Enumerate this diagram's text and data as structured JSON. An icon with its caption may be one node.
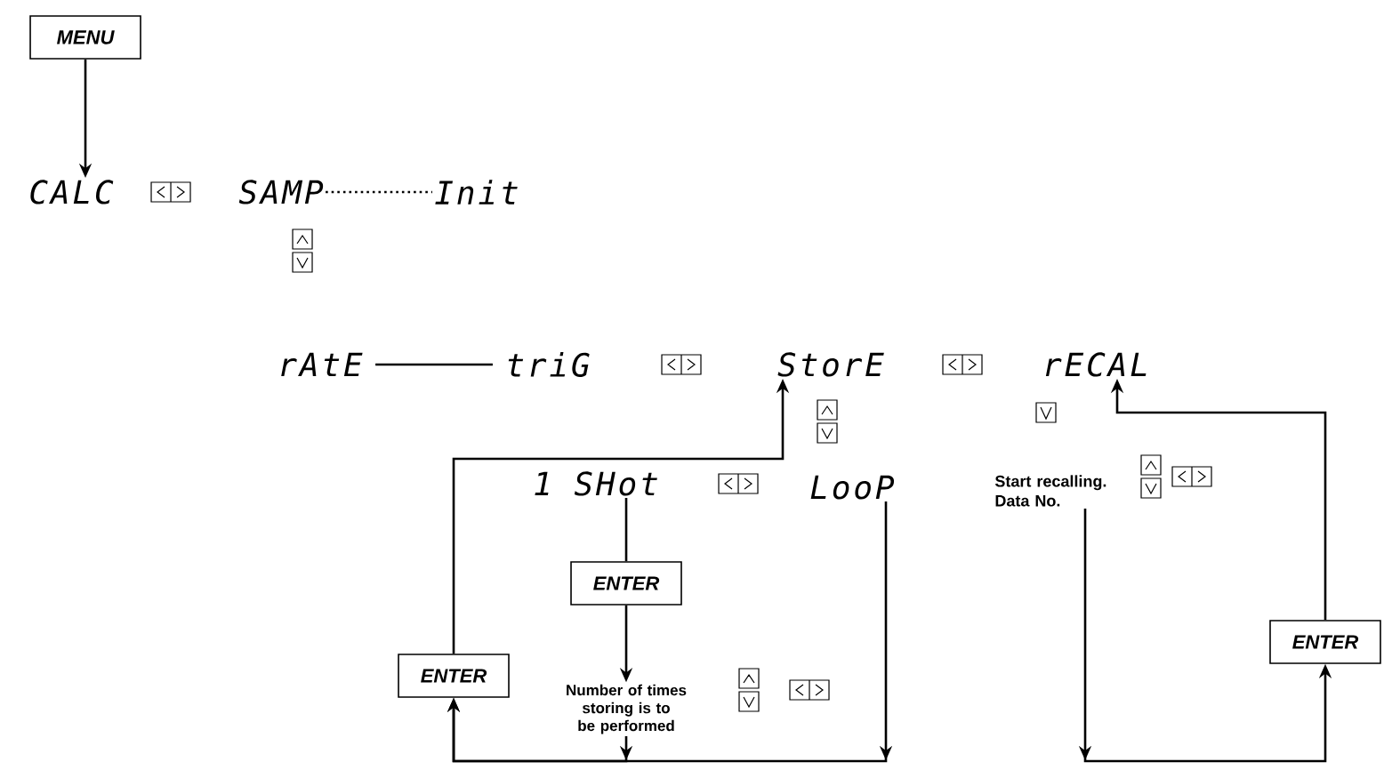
{
  "diagram": {
    "nodes": [
      {
        "text": [
          "MENU"
        ]
      },
      {
        "text": [
          "CALC"
        ]
      },
      {
        "text": [
          "SAMP"
        ]
      },
      {
        "text": [
          "Init"
        ]
      },
      {
        "text": [
          "rAtE"
        ]
      },
      {
        "text": [
          "triG"
        ]
      },
      {
        "text": [
          "StorE"
        ]
      },
      {
        "text": [
          "rECAL"
        ]
      },
      {
        "text": [
          "1 SHot"
        ]
      },
      {
        "text": [
          "LooP"
        ]
      },
      {
        "text": [
          "ENTER"
        ]
      },
      {
        "text": [
          "Number of times storing is to be performed"
        ]
      },
      {
        "text": [
          "ENTER"
        ]
      },
      {
        "text": [
          "Start recalling. Data No."
        ]
      },
      {
        "text": [
          "ENTER"
        ]
      }
    ],
    "edges": [
      {
        "from": 0,
        "to": 1,
        "arrow": "to"
      },
      {
        "from": 2,
        "to": 3,
        "arrow": "none",
        "style": "dashed"
      },
      {
        "from": 4,
        "to": 5,
        "arrow": "none"
      },
      {
        "from": 8,
        "to": 10,
        "arrow": "none"
      },
      {
        "from": 10,
        "to": 11,
        "arrow": "to"
      },
      {
        "from": 11,
        "to": 12,
        "arrow": "to"
      },
      {
        "from": 9,
        "to": 12,
        "arrow": "to"
      },
      {
        "from": 12,
        "to": 6,
        "arrow": "to"
      },
      {
        "from": 13,
        "to": 14,
        "arrow": "to"
      },
      {
        "from": 14,
        "to": 7,
        "arrow": "to"
      }
    ]
  }
}
